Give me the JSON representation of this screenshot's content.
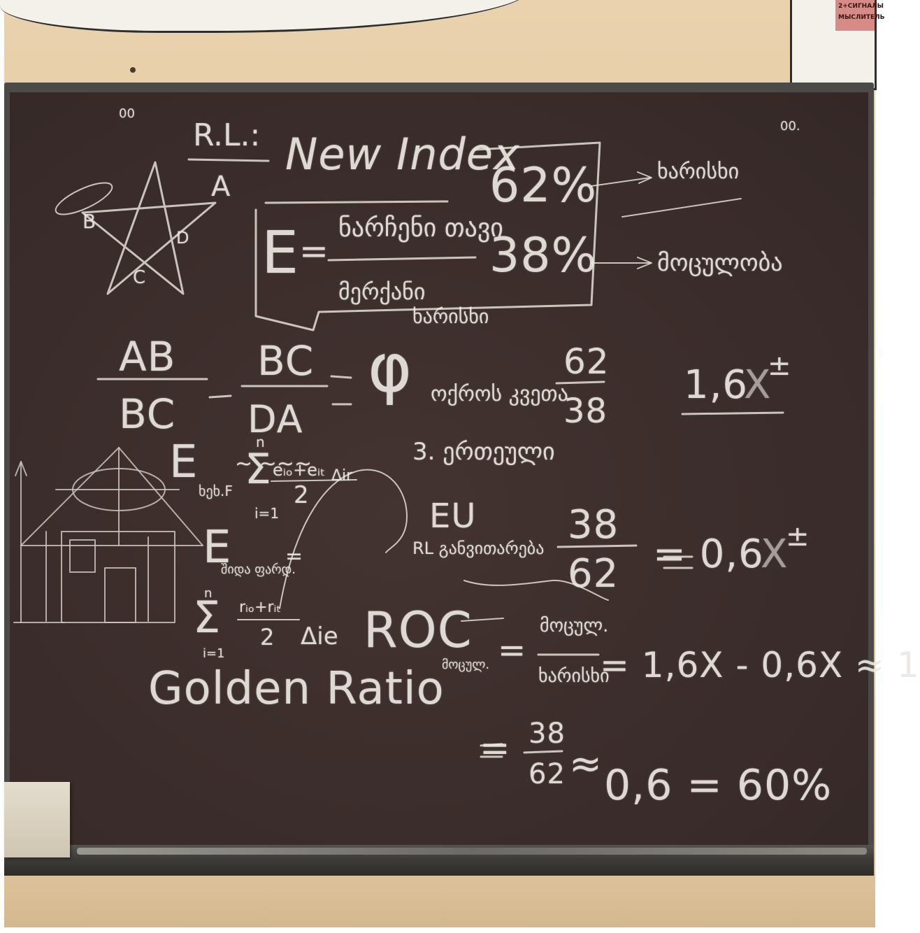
{
  "board": {
    "header": {
      "rl": "R.L.:",
      "title": "New Index"
    },
    "marks": {
      "left": "00",
      "right": "00."
    },
    "star_labels": {
      "a": "A",
      "b": "B",
      "c": "C",
      "d": "D"
    },
    "index_box": {
      "e_symbol": "E",
      "equals": "=",
      "numerator": "ნარჩენი თავი",
      "denominator": "მერქანი",
      "denominator_2": "ხარისხი",
      "pct_top": "62%",
      "pct_bottom": "38%",
      "arrow_top_label": "ხარისხი",
      "arrow_bottom_label": "მოცულობა"
    },
    "ratio_eq": {
      "f1_num": "AB",
      "f1_den": "BC",
      "f2_num": "BC",
      "f2_den": "DA",
      "phi": "φ",
      "word": "ოქროს კვეთა",
      "frac_num": "62",
      "frac_den": "38",
      "result": "1,6",
      "x_mark": "X",
      "pm": "±",
      "line2": "3. ერთეული"
    },
    "formula1": {
      "e": "E",
      "sub": "ხეხ.F",
      "sum": "Σ",
      "top": "n",
      "bottom": "i=1",
      "num": "eᵢₒ+eᵢₜ",
      "den": "2",
      "tail": "Δir"
    },
    "formula2": {
      "e": "E",
      "sub": "შიდა ფარდ.",
      "eq": "=",
      "sum": "Σ",
      "top": "n",
      "bottom": "i=1",
      "num": "rᵢₒ+rᵢₜ",
      "den": "2",
      "tail": "Δie"
    },
    "eu_eq": {
      "eu": "EU",
      "rl": "RL განვითარება",
      "num": "38",
      "den": "62",
      "result": "= 0,6",
      "x_mark": "X",
      "pm": "±"
    },
    "roc_eq": {
      "roc": "ROC",
      "sub": "მოცულ.",
      "num": "მოცულ.",
      "den": "ხარისხი",
      "result": "= 1,6X - 0,6X ≈ 1",
      "squiggle": "~ ~~~"
    },
    "final_eq": {
      "num": "38",
      "den": "62",
      "approx": "≈",
      "result": "0,6 = 60%"
    },
    "golden": "Golden Ratio"
  },
  "posters": {
    "right_lines": [
      "2+СИГНАЛЫ",
      "МЫСЛИТЕЛЬ"
    ]
  }
}
